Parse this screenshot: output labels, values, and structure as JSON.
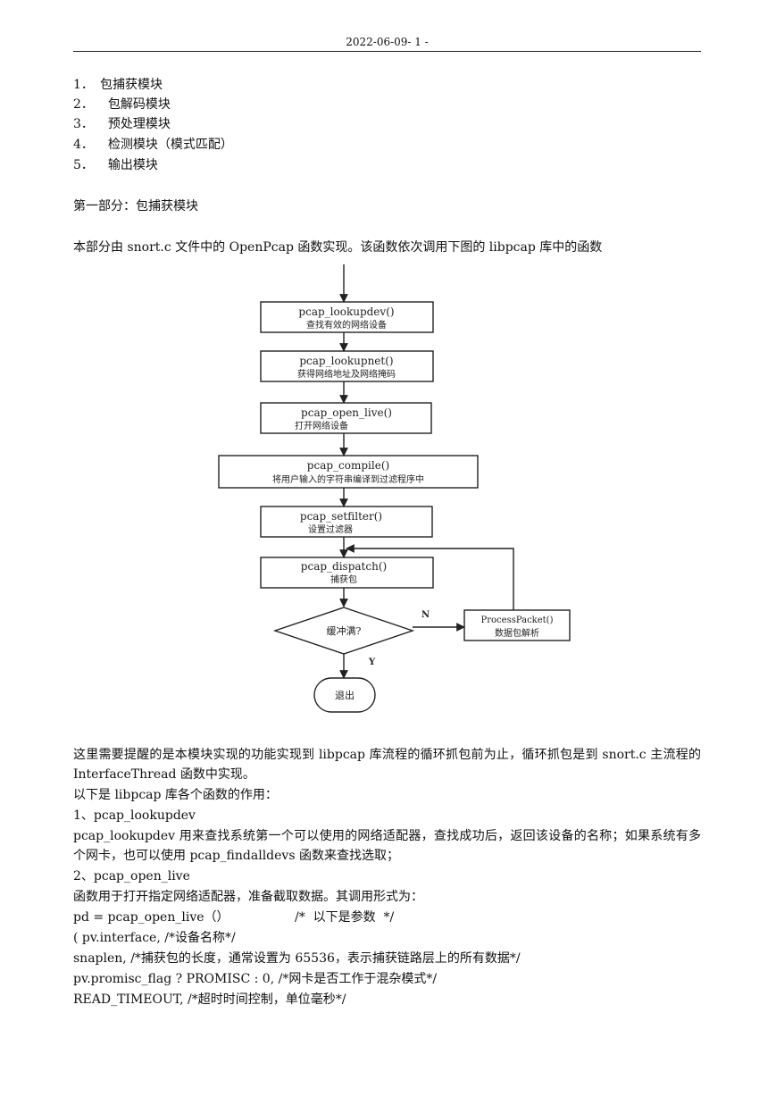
{
  "header": {
    "text": "2022-06-09- 1 -"
  },
  "toc": [
    {
      "num": "1．",
      "label": "包捕获模块"
    },
    {
      "num": "2．",
      "label": "  包解码模块"
    },
    {
      "num": "3．",
      "label": "  预处理模块"
    },
    {
      "num": "4．",
      "label": "  检测模块（模式匹配）"
    },
    {
      "num": "5．",
      "label": "  输出模块"
    }
  ],
  "section_title": "第一部分：包捕获模块",
  "intro": "本部分由 snort.c  文件中的 OpenPcap 函数实现。该函数依次调用下图的 libpcap 库中的函数",
  "flowchart": {
    "boxes": [
      {
        "func": "pcap_lookupdev()",
        "desc": "查找有效的网络设备"
      },
      {
        "func": "pcap_lookupnet()",
        "desc": "获得网络地址及网络掩码"
      },
      {
        "func": "pcap_open_live()",
        "desc": "打开网络设备"
      },
      {
        "func": "pcap_compile()",
        "desc": "将用户输入的字符串编译到过滤程序中"
      },
      {
        "func": "pcap_setfilter()",
        "desc": "设置过滤器"
      },
      {
        "func": "pcap_dispatch()",
        "desc": "捕获包"
      }
    ],
    "decision": "缓冲满?",
    "no_label": "N",
    "yes_label": "Y",
    "process": {
      "func": "ProcessPacket()",
      "desc": "数据包解析"
    },
    "end": "退出"
  },
  "body": {
    "p1": "这里需要提醒的是本模块实现的功能实现到 libpcap 库流程的循环抓包前为止，循环抓包是到 snort.c  主流程的 InterfaceThread 函数中实现。",
    "p2": "以下是 libpcap 库各个函数的作用：",
    "h1": "1、pcap_lookupdev",
    "p3": "pcap_lookupdev 用来查找系统第一个可以使用的网络适配器，查找成功后，返回该设备的名称；如果系统有多个网卡，也可以使用 pcap_findalldevs 函数来查找选取；",
    "h2": "2、pcap_open_live",
    "p4": "函数用于打开指定网络适配器，准备截取数据。其调用形式为：",
    "code1a": "pd = pcap_open_live（）",
    "code1b": "/*  以下是参数  */",
    "code2": "( pv.interface, /*设备名称*/",
    "code3": "snaplen, /*捕获包的长度，通常设置为 65536，表示捕获链路层上的所有数据*/",
    "code4": "pv.promisc_flag ? PROMISC : 0, /*网卡是否工作于混杂模式*/",
    "code5": "READ_TIMEOUT, /*超时时间控制，单位毫秒*/"
  }
}
